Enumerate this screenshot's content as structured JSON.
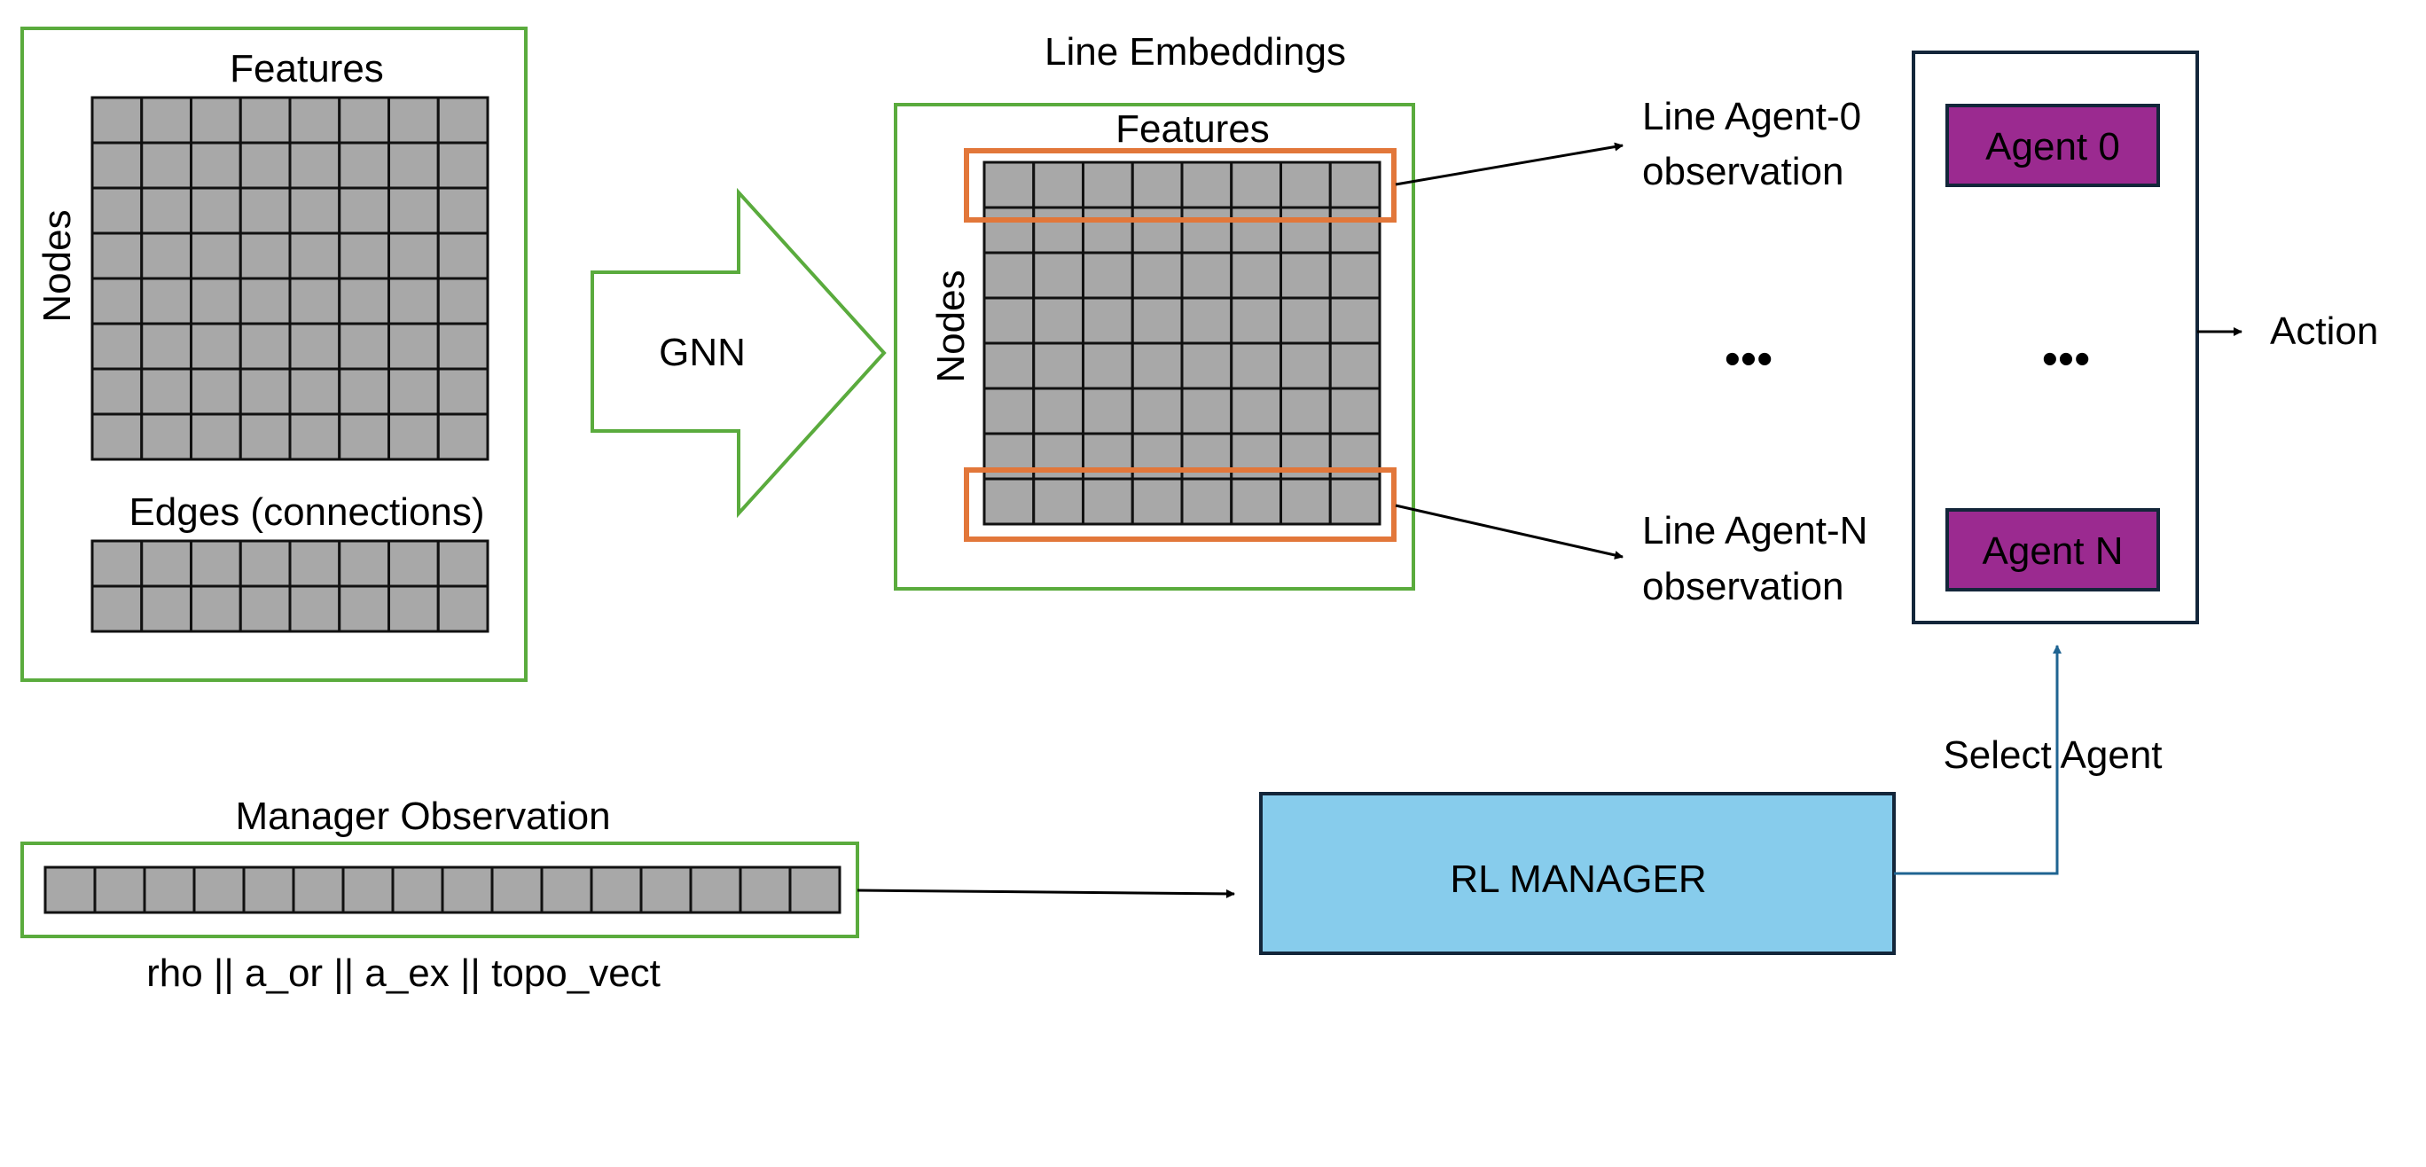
{
  "input_graph": {
    "features_label": "Features",
    "nodes_label": "Nodes",
    "edges_label": "Edges (connections)",
    "node_rows": 8,
    "node_cols": 8,
    "edge_rows": 2,
    "edge_cols": 8
  },
  "gnn": {
    "label": "GNN"
  },
  "line_embeddings": {
    "title": "Line Embeddings",
    "features_label": "Features",
    "nodes_label": "Nodes",
    "rows": 8,
    "cols": 8
  },
  "observations": {
    "agent_0": [
      "Line Agent-0",
      "observation"
    ],
    "agent_n": [
      "Line Agent-N",
      "observation"
    ],
    "ellipsis": "•••"
  },
  "agents": {
    "agent_0": "Agent 0",
    "agent_n": "Agent N",
    "ellipsis": "•••",
    "action_label": "Action"
  },
  "manager": {
    "observation_title": "Manager Observation",
    "vector_caption": "rho || a_or || a_ex || topo_vect",
    "vector_cells": 16,
    "label": "RL MANAGER",
    "select_label": "Select Agent"
  },
  "colors": {
    "frame_green": "#5aab3d",
    "highlight_orange": "#e2773a",
    "cell_gray": "#a8a8a8",
    "agent_purple": "#9b2a90",
    "manager_blue": "#87ccec",
    "select_arrow": "#1f6492"
  }
}
